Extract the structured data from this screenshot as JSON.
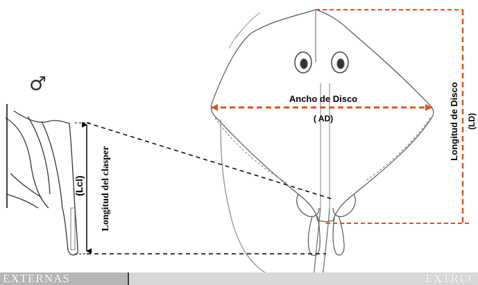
{
  "sex_symbol": "♂",
  "labels": {
    "width": "Ancho de Disco",
    "width_abbr": "( AD)",
    "length": "Longitud de Disco",
    "length_abbr": "(LD)",
    "clasper": "Longitud del clasper",
    "clasper_abbr": "(Lcl)"
  },
  "footer": {
    "left": "EXTERNAS",
    "right": "EXTRUCT"
  },
  "colors": {
    "measure_line": "#d9541e",
    "footer_left_bg": "#b5b5b5",
    "footer_right_bg": "#d8d8d8"
  }
}
